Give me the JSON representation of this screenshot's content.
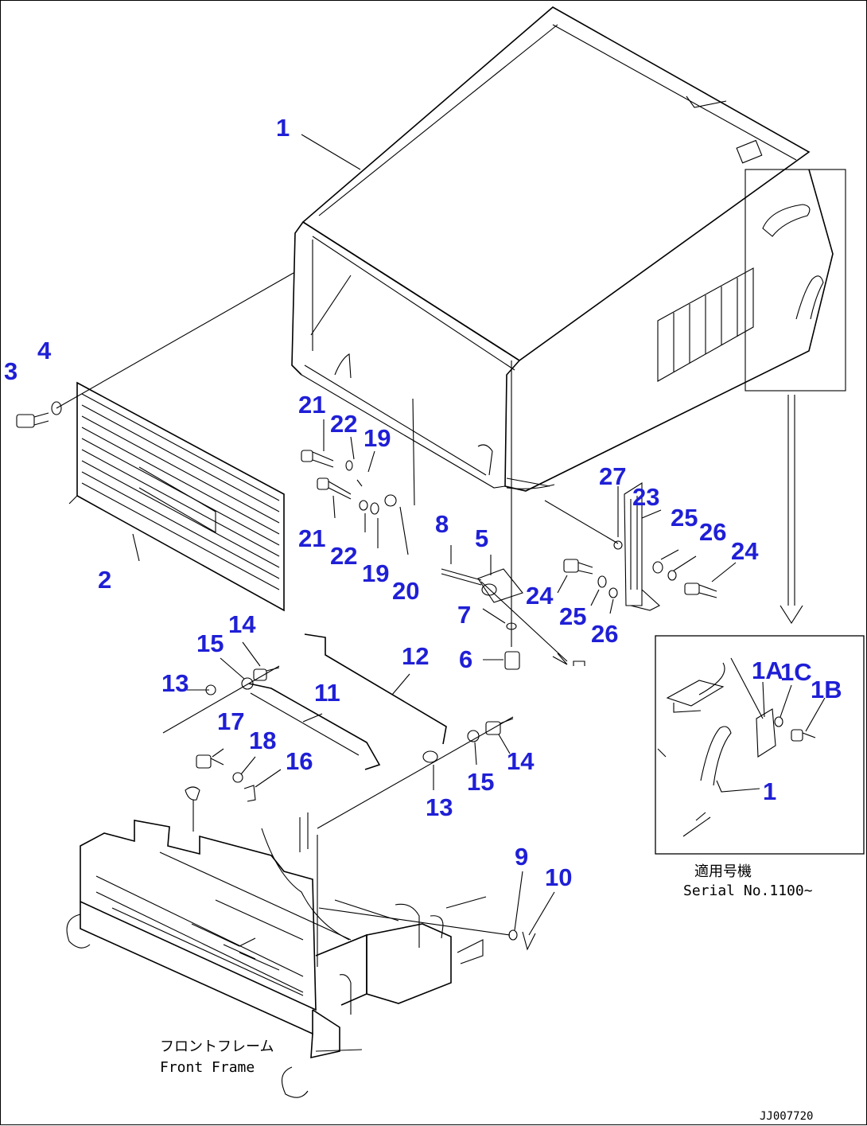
{
  "diagram": {
    "callouts": [
      {
        "id": "c1",
        "label": "1"
      },
      {
        "id": "c2",
        "label": "2"
      },
      {
        "id": "c3",
        "label": "3"
      },
      {
        "id": "c4",
        "label": "4"
      },
      {
        "id": "c5",
        "label": "5"
      },
      {
        "id": "c6",
        "label": "6"
      },
      {
        "id": "c7",
        "label": "7"
      },
      {
        "id": "c8",
        "label": "8"
      },
      {
        "id": "c9",
        "label": "9"
      },
      {
        "id": "c10",
        "label": "10"
      },
      {
        "id": "c11",
        "label": "11"
      },
      {
        "id": "c12",
        "label": "12"
      },
      {
        "id": "c13a",
        "label": "13"
      },
      {
        "id": "c13b",
        "label": "13"
      },
      {
        "id": "c14a",
        "label": "14"
      },
      {
        "id": "c14b",
        "label": "14"
      },
      {
        "id": "c15a",
        "label": "15"
      },
      {
        "id": "c15b",
        "label": "15"
      },
      {
        "id": "c16",
        "label": "16"
      },
      {
        "id": "c17",
        "label": "17"
      },
      {
        "id": "c18",
        "label": "18"
      },
      {
        "id": "c19a",
        "label": "19"
      },
      {
        "id": "c19b",
        "label": "19"
      },
      {
        "id": "c20",
        "label": "20"
      },
      {
        "id": "c21a",
        "label": "21"
      },
      {
        "id": "c21b",
        "label": "21"
      },
      {
        "id": "c22a",
        "label": "22"
      },
      {
        "id": "c22b",
        "label": "22"
      },
      {
        "id": "c23",
        "label": "23"
      },
      {
        "id": "c24a",
        "label": "24"
      },
      {
        "id": "c24b",
        "label": "24"
      },
      {
        "id": "c25a",
        "label": "25"
      },
      {
        "id": "c25b",
        "label": "25"
      },
      {
        "id": "c26a",
        "label": "26"
      },
      {
        "id": "c26b",
        "label": "26"
      },
      {
        "id": "c27",
        "label": "27"
      },
      {
        "id": "d1A",
        "label": "1A"
      },
      {
        "id": "d1B",
        "label": "1B"
      },
      {
        "id": "d1C",
        "label": "1C"
      },
      {
        "id": "d1",
        "label": "1"
      }
    ],
    "detail_note_jp": "適用号機",
    "detail_note_en": "Serial No.1100~",
    "front_frame_jp": "フロントフレーム",
    "front_frame_en": "Front Frame",
    "drawing_code": "JJ007720",
    "label_color": "#1f1fd6"
  }
}
